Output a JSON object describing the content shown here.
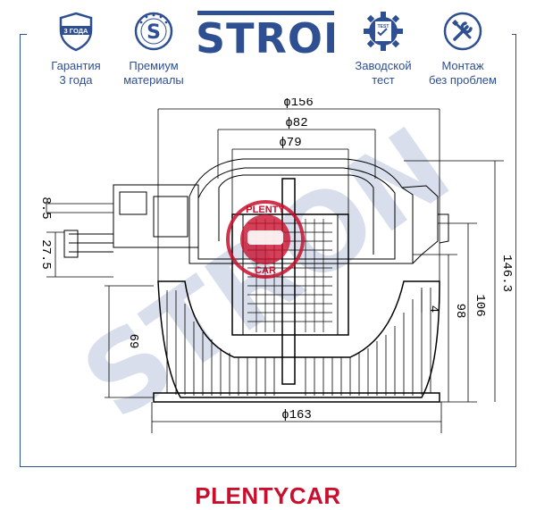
{
  "header": {
    "brand": "STRON",
    "badges": [
      {
        "icon": "shield-3years-icon",
        "badge_text": "3 ГОДА",
        "line1": "Гарантия",
        "line2": "3 года"
      },
      {
        "icon": "premium-star-s-icon",
        "badge_text": "S",
        "line1": "Премиум",
        "line2": "материалы"
      },
      {
        "icon": "gear-test-icon",
        "badge_text": "TEST",
        "line1": "Заводской",
        "line2": "тест"
      },
      {
        "icon": "wrench-screwdriver-icon",
        "badge_text": "",
        "line1": "Монтаж",
        "line2": "без проблем"
      }
    ]
  },
  "drawing": {
    "dim_top_outer": "ϕ156",
    "dim_top_mid": "ϕ82",
    "dim_top_inner": "ϕ79",
    "dim_bottom": "ϕ163",
    "dim_left_a": "8.5",
    "dim_left_b": "27.5",
    "dim_left_c": "69",
    "dim_right_a": "4",
    "dim_right_b": "98",
    "dim_right_c": "106",
    "dim_right_d": "146.3",
    "watermark_text": "STRON",
    "stamp_top": "PLENTY",
    "stamp_bottom": "CAR"
  },
  "footer": {
    "brand": "PLENTYCAR"
  },
  "colors": {
    "brand_blue": "#2f4f93",
    "accent_red": "#c8102e"
  }
}
